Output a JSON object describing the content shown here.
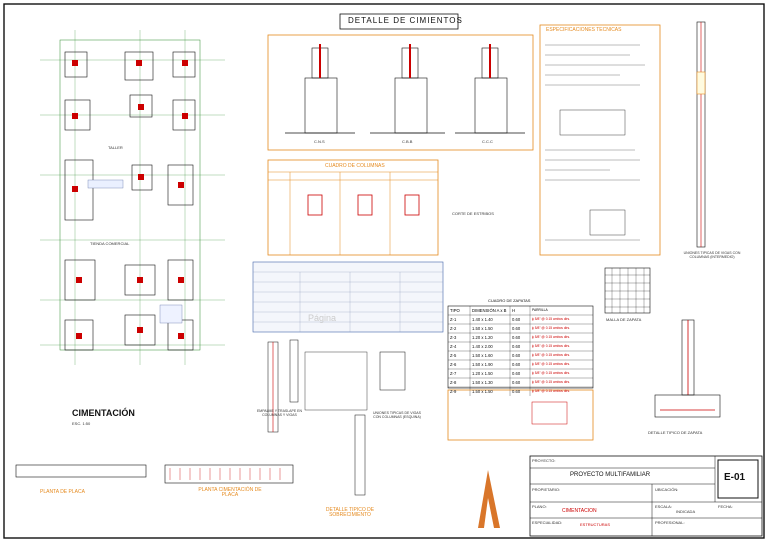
{
  "sheet": {
    "main_title": "DETALLE DE CIMIENTOS",
    "plan_title": "CIMENTACIÓN",
    "plan_scale": "ESC. 1:50",
    "sheet_code": "E-01",
    "watermark": "Página"
  },
  "plan_labels": {
    "room_1": "TALLER",
    "room_2": "TIENDA COMERCIAL"
  },
  "sections": {
    "a": "C.N.S",
    "b": "C.B.B",
    "c": "C.C.C"
  },
  "panels": {
    "columns_title": "CUADRO DE COLUMNAS",
    "specs_title": "ESPECIFICACIONES TECNICAS",
    "zapatas_title": "CUADRO DE ZAPATAS",
    "malla": "MALLA DE ZAPATA",
    "detalle_zapata": "DETALLE TIPICO DE ZAPATA",
    "uniones_vigas": "UNIONES TIPICAS DE VIGAS CON COLUMNAS (INTERMEDIO)",
    "uniones_esquina": "UNIONES TIPICAS DE VIGAS CON COLUMNAS (ESQUINA)",
    "empalme": "EMPALME Y TRASLAPE EN COLUMNAS Y VIGAS",
    "planta_placa": "PLANTA DE PLACA",
    "planta_cim": "PLANTA CIMENTACIÓN DE PLACA",
    "detalle_sobrec": "DETALLE TIPICO DE SOBRECIMIENTO",
    "corte": "CORTE DE ESTRIBOS"
  },
  "zapatas": {
    "headers": [
      "TIPO",
      "DIMENSIÓN A x B",
      "H",
      "PARRILLA"
    ],
    "rows": [
      [
        "Z-1",
        "1.40 x 1.40",
        "0.60",
        "ϕ 5/8\" @ 0.15 ambos dirs."
      ],
      [
        "Z-2",
        "1.50 x 1.50",
        "0.60",
        "ϕ 5/8\" @ 0.15 ambos dirs."
      ],
      [
        "Z-3",
        "1.20 x 1.20",
        "0.60",
        "ϕ 5/8\" @ 0.15 ambos dirs."
      ],
      [
        "Z-4",
        "1.40 x 2.00",
        "0.60",
        "ϕ 5/8\" @ 0.15 ambos dirs."
      ],
      [
        "Z-5",
        "1.50 x 1.60",
        "0.60",
        "ϕ 5/8\" @ 0.15 ambos dirs."
      ],
      [
        "Z-6",
        "1.50 x 1.90",
        "0.60",
        "ϕ 5/8\" @ 0.15 ambos dirs."
      ],
      [
        "Z-7",
        "1.20 x 1.50",
        "0.60",
        "ϕ 5/8\" @ 0.15 ambos dirs."
      ],
      [
        "Z-8",
        "1.50 x 1.30",
        "0.60",
        "ϕ 5/8\" @ 0.15 ambos dirs."
      ],
      [
        "Z-9",
        "1.50 x 1.50",
        "0.60",
        "ϕ 5/8\" @ 0.15 ambos dirs."
      ]
    ]
  },
  "title_block": {
    "proyecto_label": "PROYECTO:",
    "proyecto": "PROYECTO MULTIFAMILIAR",
    "propietario_label": "PROPIETARIO:",
    "ubicacion_label": "UBICACIÓN:",
    "plano_label": "PLANO:",
    "plano": "CIMENTACION",
    "escala_label": "ESCALA:",
    "escala": "INDICADA",
    "fecha_label": "FECHA:",
    "especialidad_label": "ESPECIALIDAD:",
    "especialidad": "ESTRUCTURAS",
    "profesional_label": "PROFESIONAL:"
  },
  "colors": {
    "orange": "#e58a1f",
    "red": "#cc0000",
    "green": "#2e8b2e",
    "black": "#111111"
  }
}
